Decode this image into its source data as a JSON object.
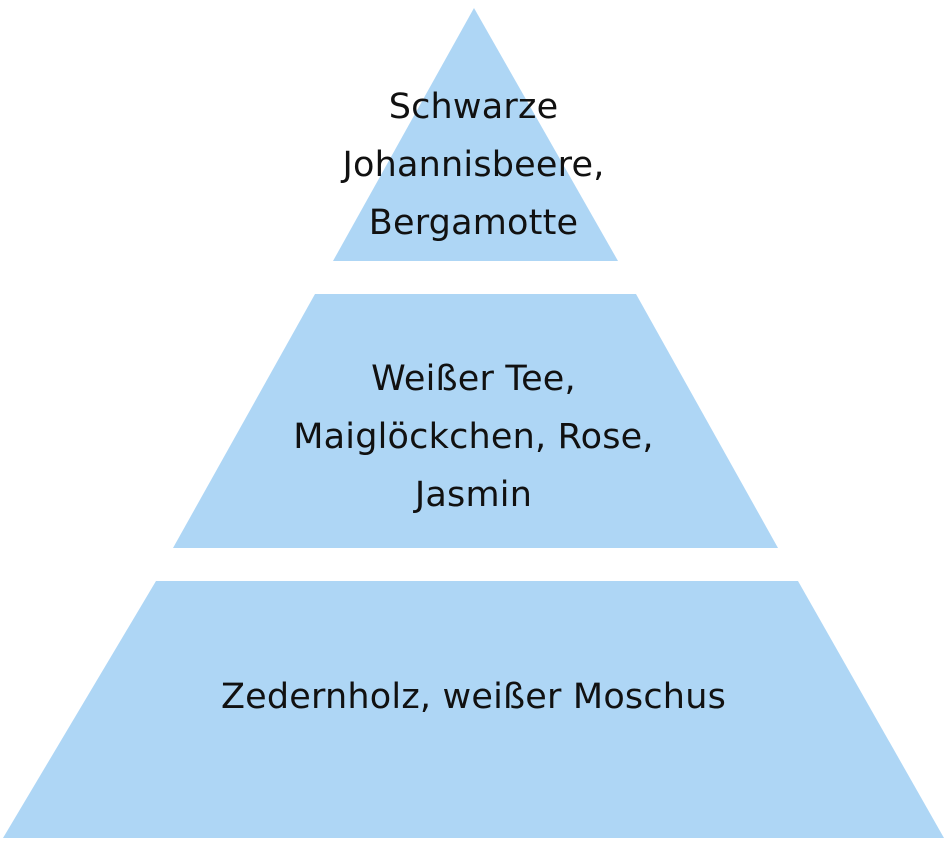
{
  "colors": {
    "tier_fill": "#aed6f5",
    "text": "#111111",
    "background": "#ffffff"
  },
  "pyramid": {
    "top": {
      "lines": [
        "Schwarze",
        "Johannisbeere,",
        "Bergamotte"
      ]
    },
    "middle": {
      "lines": [
        "Weißer Tee,",
        "Maiglöckchen, Rose,",
        "Jasmin"
      ]
    },
    "bottom": {
      "lines": [
        "Zedernholz, weißer Moschus"
      ]
    }
  }
}
